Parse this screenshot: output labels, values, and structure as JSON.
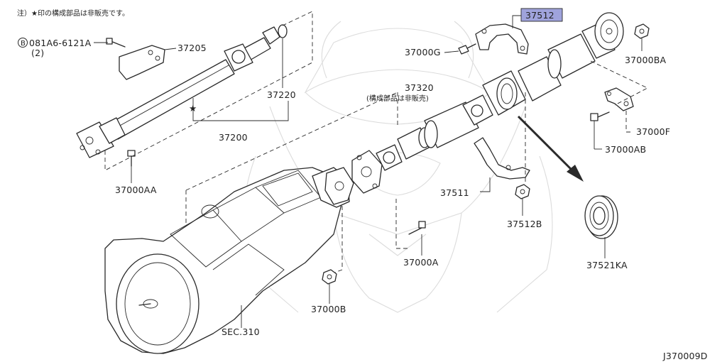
{
  "note": "注）★印の構成部品は非販売です。",
  "diagram_code": "J370009D",
  "labels": {
    "bolt_spec": "081A6-6121A",
    "bolt_spec_prefix": "B",
    "bolt_qty": "(2)",
    "p37205": "37205",
    "p37220": "37220",
    "p37200": "37200",
    "p37000AA": "37000AA",
    "p37320": "37320",
    "p37320_note": "(構成部品は非販売)",
    "p37512": "37512",
    "p37000G": "37000G",
    "p37000BA": "37000BA",
    "p37000F": "37000F",
    "p37000AB": "37000AB",
    "p37511": "37511",
    "p37512B": "37512B",
    "p37000A": "37000A",
    "p37000B": "37000B",
    "p37521KA": "37521KA",
    "sec310": "SEC.310"
  },
  "star_symbol": "★",
  "colors": {
    "highlight": "#9fa3dc",
    "ink": "#2a2a2a",
    "watermark": "#dcdcdc"
  }
}
